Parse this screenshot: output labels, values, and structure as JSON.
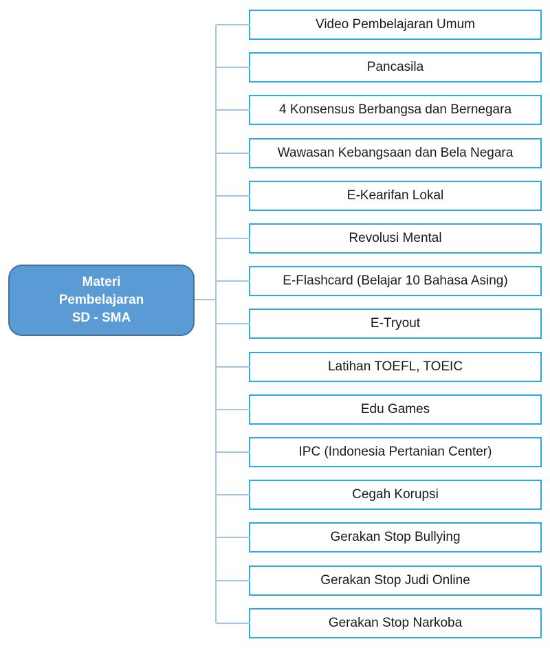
{
  "root": {
    "lines": [
      "Materi",
      "Pembelajaran",
      "SD - SMA"
    ]
  },
  "children": [
    {
      "label": "Video Pembelajaran Umum"
    },
    {
      "label": "Pancasila"
    },
    {
      "label": "4 Konsensus Berbangsa dan Bernegara"
    },
    {
      "label": "Wawasan Kebangsaan dan Bela Negara"
    },
    {
      "label": "E-Kearifan Lokal"
    },
    {
      "label": "Revolusi Mental"
    },
    {
      "label": "E-Flashcard (Belajar 10 Bahasa Asing)"
    },
    {
      "label": "E-Tryout"
    },
    {
      "label": "Latihan TOEFL, TOEIC"
    },
    {
      "label": "Edu Games"
    },
    {
      "label": "IPC (Indonesia Pertanian Center)"
    },
    {
      "label": "Cegah Korupsi"
    },
    {
      "label": "Gerakan Stop Bullying"
    },
    {
      "label": "Gerakan Stop Judi Online"
    },
    {
      "label": "Gerakan Stop Narkoba"
    }
  ],
  "colors": {
    "root_fill": "#5B9BD5",
    "root_border": "#41719C",
    "root_text": "#FFFFFF",
    "child_border": "#29ABE2",
    "child_text": "#1A1A1A",
    "connector": "#A5C3E8"
  }
}
